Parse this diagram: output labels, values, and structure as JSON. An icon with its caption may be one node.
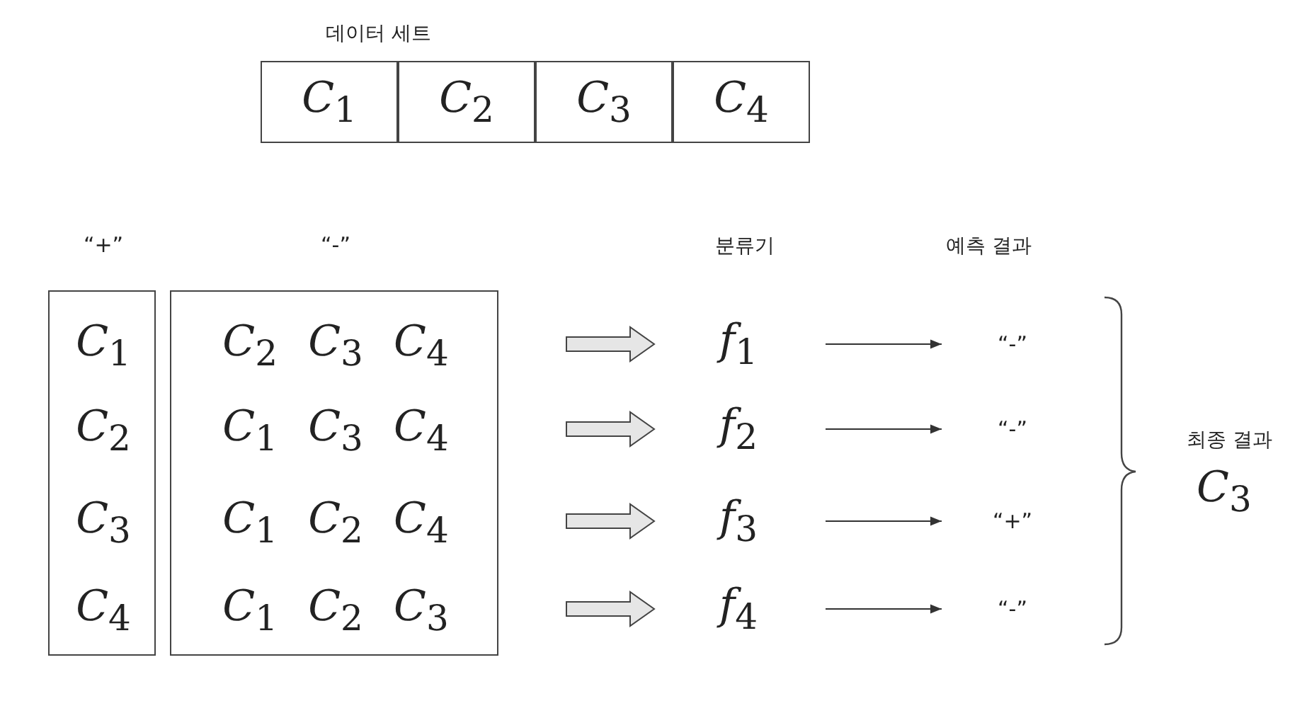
{
  "diagram": {
    "nodes": [
      {
        "text": [
          "데이터 세트"
        ]
      },
      {
        "text": [
          "*C*$_{1}$"
        ],
        "in": 0
      },
      {
        "text": [
          "*C*$_{2}$"
        ],
        "in": 0
      },
      {
        "text": [
          "*C*$_{3}$"
        ],
        "in": 0
      },
      {
        "text": [
          "*C*$_{4}$"
        ],
        "in": 0
      },
      {
        "text": [
          "“+”",
          "*C*$_{1}$",
          "*C*$_{2}$",
          "*C*$_{3}$",
          "*C*$_{4}$"
        ]
      },
      {
        "text": [
          "“-”",
          "*C*$_{2}$ *C*$_{3}$ *C*$_{4}$",
          "*C*$_{1}$ *C*$_{3}$ *C*$_{4}$",
          "*C*$_{1}$ *C*$_{2}$ *C*$_{4}$",
          "*C*$_{1}$ *C*$_{2}$ *C*$_{3}$"
        ]
      },
      {
        "text": [
          "*f*$_{1}$"
        ]
      },
      {
        "text": [
          "*f*$_{2}$"
        ]
      },
      {
        "text": [
          "*f*$_{3}$"
        ]
      },
      {
        "text": [
          "*f*$_{4}$"
        ]
      },
      {
        "text": [
          "“-”"
        ]
      },
      {
        "text": [
          "“-”"
        ]
      },
      {
        "text": [
          "“+”"
        ]
      },
      {
        "text": [
          "“-”"
        ]
      }
    ],
    "edges": [
      {
        "from": 6,
        "to": 7,
        "arrow": "to",
        "style": "thick"
      },
      {
        "from": 6,
        "to": 8,
        "arrow": "to",
        "style": "thick"
      },
      {
        "from": 6,
        "to": 9,
        "arrow": "to",
        "style": "thick"
      },
      {
        "from": 6,
        "to": 10,
        "arrow": "to",
        "style": "thick"
      },
      {
        "from": 7,
        "to": 11,
        "arrow": "to"
      },
      {
        "from": 8,
        "to": 12,
        "arrow": "to"
      },
      {
        "from": 9,
        "to": 13,
        "arrow": "to"
      },
      {
        "from": 10,
        "to": 14,
        "arrow": "to"
      }
    ],
    "labels": [
      "분류기",
      "예측 결과",
      "최종 결과",
      "*C*$_{3}$"
    ]
  }
}
